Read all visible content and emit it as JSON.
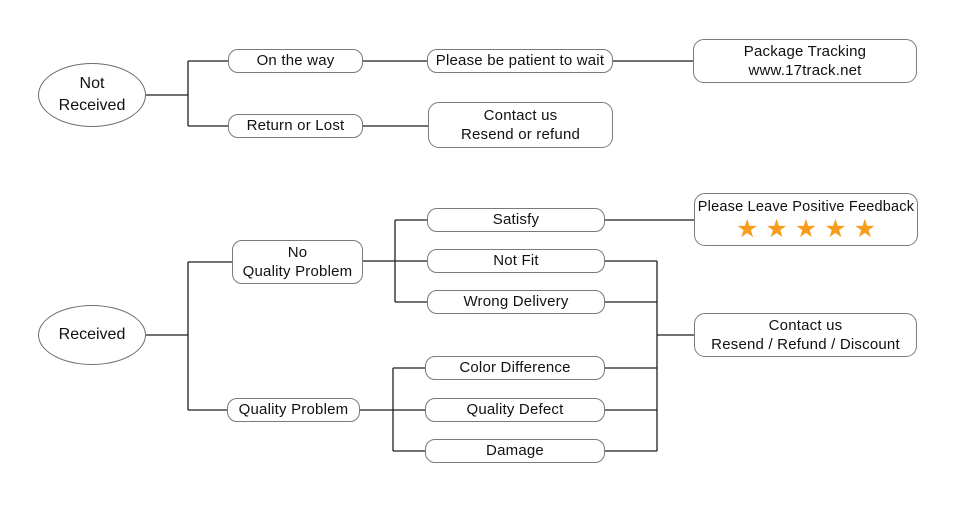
{
  "colors": {
    "background": "#ffffff",
    "box_border": "#7a7a7a",
    "connector_line": "#1f1f1f",
    "text": "#111111",
    "star": "#F79C1B"
  },
  "flow_not_received": {
    "root_line1": "Not",
    "root_line2": "Received",
    "on_the_way": "On the way",
    "return_or_lost": "Return or Lost",
    "be_patient": "Please be patient to wait",
    "package_tracking_line1": "Package Tracking",
    "package_tracking_line2": "www.17track.net",
    "contact_line1": "Contact us",
    "contact_line2": "Resend or refund"
  },
  "flow_received": {
    "root": "Received",
    "no_quality_problem_line1": "No",
    "no_quality_problem_line2": "Quality Problem",
    "quality_problem": "Quality Problem",
    "satisfy": "Satisfy",
    "not_fit": "Not Fit",
    "wrong_delivery": "Wrong Delivery",
    "color_difference": "Color Difference",
    "quality_defect": "Quality Defect",
    "damage": "Damage",
    "feedback_label": "Please Leave Positive Feedback",
    "feedback_star_count": 5,
    "feedback_stars": "★★★★★",
    "contact_line1": "Contact us",
    "contact_line2": "Resend / Refund / Discount"
  }
}
